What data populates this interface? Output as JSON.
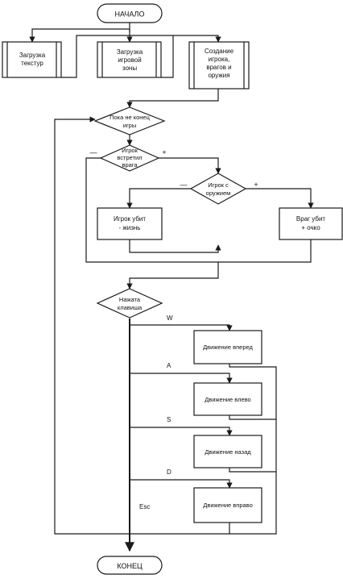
{
  "flowchart": {
    "start": "НАЧАЛО",
    "end": "КОНЕЦ",
    "subprocesses": {
      "load_textures": [
        "Загрузка",
        "текстур"
      ],
      "load_zone": [
        "Загрузка",
        "игровой",
        "зоны"
      ],
      "create_entities": [
        "Создание",
        "игрока,",
        "врагов и",
        "оружия"
      ]
    },
    "loop_condition": [
      "Пока не конец",
      "игры"
    ],
    "enemy_met": [
      "Игрок",
      "встретил",
      "врага"
    ],
    "has_weapon": [
      "Игрок с",
      "оружием"
    ],
    "player_killed": [
      "Игрок убит",
      "- жизнь"
    ],
    "enemy_killed": [
      "Враг убит",
      "+ очко"
    ],
    "key_pressed": [
      "Нажата",
      "клавиша"
    ],
    "branch_no": "—",
    "branch_yes": "+",
    "keys": {
      "w": "W",
      "a": "A",
      "s": "S",
      "d": "D",
      "esc": "Esc"
    },
    "moves": {
      "forward": "Движение вперед",
      "left": "Движение влево",
      "back": "Движение назад",
      "right": "Движение вправо"
    }
  }
}
